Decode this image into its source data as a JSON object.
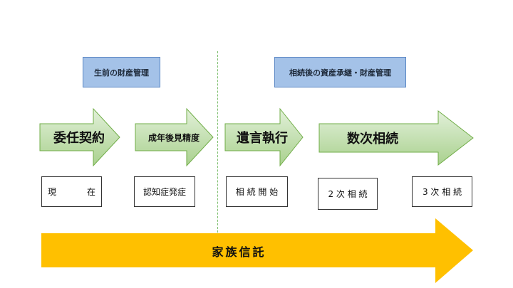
{
  "phases": {
    "before": "生前の財産管理",
    "after": "相続後の資産承継・財産管理"
  },
  "stages": [
    {
      "label": "委任契約"
    },
    {
      "label": "成年後見精度"
    },
    {
      "label": "遺言執行"
    },
    {
      "label": "数次相続"
    }
  ],
  "events": [
    {
      "left": "現",
      "right": "在"
    },
    {
      "text": "認知症発症"
    },
    {
      "text": "相 続 開 始"
    },
    {
      "text": "2 次 相 続"
    },
    {
      "text": "3 次 相 続"
    }
  ],
  "trust": {
    "label": "家族信託"
  },
  "colors": {
    "arrow_green_light": "#e2f0d9",
    "arrow_green_dark": "#a9d18e",
    "arrow_green_border": "#70ad47",
    "phase_blue": "#a4c2e8",
    "trust_yellow": "#ffc000"
  }
}
